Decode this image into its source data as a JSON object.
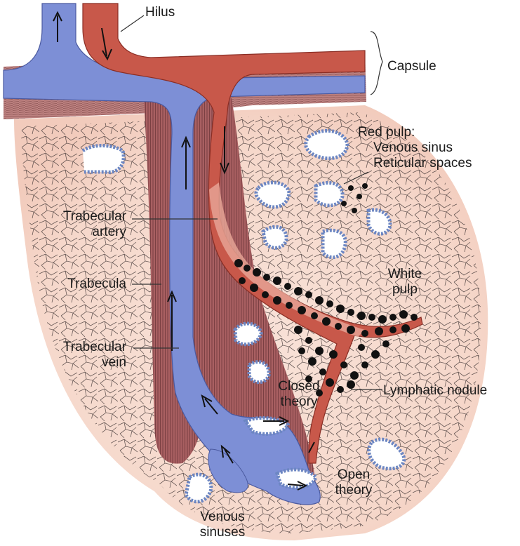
{
  "labels": {
    "hilus": "Hilus",
    "capsule": "Capsule",
    "red_pulp": [
      "Red pulp:",
      "Venous sinus",
      "Reticular spaces"
    ],
    "trabecular_artery": [
      "Trabecular",
      "artery"
    ],
    "trabecula": "Trabecula",
    "white_pulp": [
      "White",
      "pulp"
    ],
    "trabecular_vein": [
      "Trabecular",
      "vein"
    ],
    "closed_theory": [
      "Closed",
      "theory"
    ],
    "lymphatic_nodule": "Lymphatic nodule",
    "open_theory": [
      "Open",
      "theory"
    ],
    "venous_sinuses": [
      "Venous",
      "sinuses"
    ]
  },
  "colors": {
    "vein": "#7d8fd6",
    "artery": "#c8584a",
    "trabecula": "#a05c5e",
    "capsule": "#b97b7a",
    "pulp_background": "#f6d8cb",
    "reticular_lines": "#3a3030",
    "sinus_wall": "#6c86c2",
    "nodule_dots": "#111111"
  }
}
